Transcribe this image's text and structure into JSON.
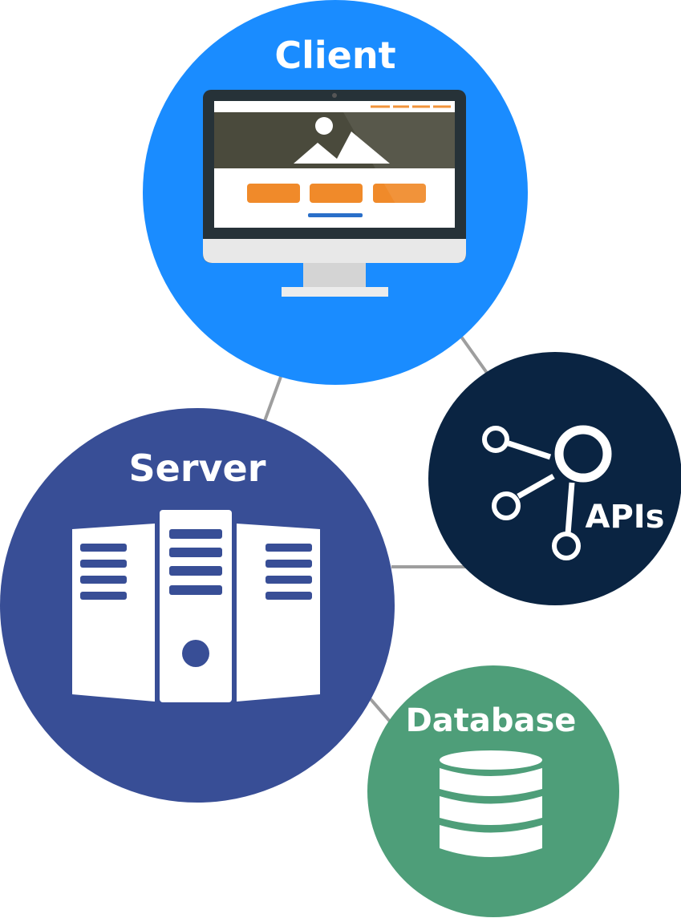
{
  "nodes": {
    "client": {
      "label": "Client",
      "color": "#1a8cff"
    },
    "server": {
      "label": "Server",
      "color": "#384e96"
    },
    "apis": {
      "label": "APIs",
      "color": "#0a2442"
    },
    "database": {
      "label": "Database",
      "color": "#4e9e79"
    }
  },
  "connector_color": "#9e9e9e",
  "icons": {
    "client": "desktop-monitor-icon",
    "server": "server-rack-icon",
    "apis": "network-nodes-icon",
    "database": "database-stack-icon"
  }
}
